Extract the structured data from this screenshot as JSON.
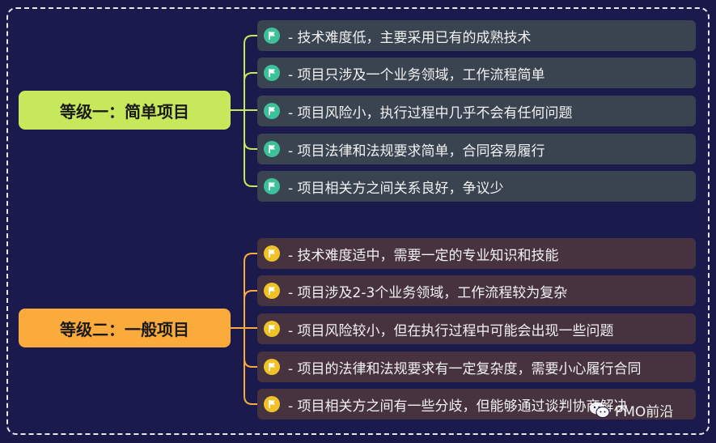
{
  "colors": {
    "level1_accent": "#c6e85a",
    "level1_flag": "#3ec19a",
    "level2_accent": "#fbab3c",
    "level2_flag": "#f0c22a"
  },
  "level1": {
    "title": "等级一：简单项目",
    "items": [
      "- 技术难度低，主要采用已有的成熟技术",
      "- 项目只涉及一个业务领域，工作流程简单",
      "- 项目风险小，执行过程中几乎不会有任何问题",
      "- 项目法律和法规要求简单，合同容易履行",
      "- 项目相关方之间关系良好，争议少"
    ]
  },
  "level2": {
    "title": "等级二：一般项目",
    "items": [
      "- 技术难度适中，需要一定的专业知识和技能",
      "- 项目涉及2-3个业务领域，工作流程较为复杂",
      "- 项目风险较小，但在执行过程中可能会出现一些问题",
      "- 项目的法律和法规要求有一定复杂度，需要小心履行合同",
      "- 项目相关方之间有一些分歧，但能够通过谈判协商解决"
    ]
  },
  "watermark": {
    "icon": "wechat-icon",
    "text": "PMO前沿"
  }
}
